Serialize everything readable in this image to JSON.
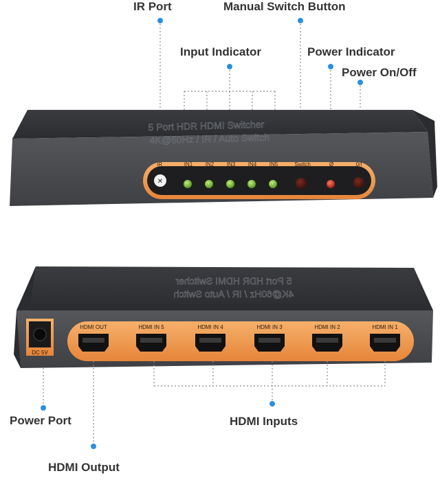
{
  "callouts": {
    "ir_port": "IR Port",
    "manual_switch_button": "Manual Switch Button",
    "input_indicator": "Input Indicator",
    "power_indicator": "Power Indicator",
    "power_on_off": "Power On/Off",
    "power_port": "Power Port",
    "hdmi_inputs": "HDMI Inputs",
    "hdmi_output": "HDMI Output"
  },
  "front_panel": {
    "title_line1": "5 Port HDR HDMI Switcher",
    "title_line2": "4K@60Hz / IR / Auto Switch",
    "labels": [
      "IR",
      "IN1",
      "IN2",
      "IN3",
      "IN4",
      "IN5",
      "Switch",
      "Ø",
      "0/I"
    ],
    "leds": [
      "IN1",
      "IN2",
      "IN3",
      "IN4",
      "IN5"
    ]
  },
  "rear_panel": {
    "title_line1": "5 Port HDR HDMI Switcher",
    "title_line2": "4K@60Hz / IR / Auto Switch",
    "power_jack_label": "DC 5V",
    "ports": [
      "HDMI OUT",
      "HDMI IN 5",
      "HDMI IN 4",
      "HDMI IN 3",
      "HDMI IN 2",
      "HDMI IN 1"
    ]
  },
  "colors": {
    "callout_dot": "#2a8fe0",
    "callout_text": "#333333",
    "case_body": "#47494d",
    "case_top": "#2e3033",
    "orange_panel": "#f09a4a",
    "panel_dark": "#1e1e20",
    "led_green": "#7dc23a",
    "led_red": "#d5342a",
    "button_dark": "#5a1b16",
    "panel_text": "#e8a060"
  }
}
